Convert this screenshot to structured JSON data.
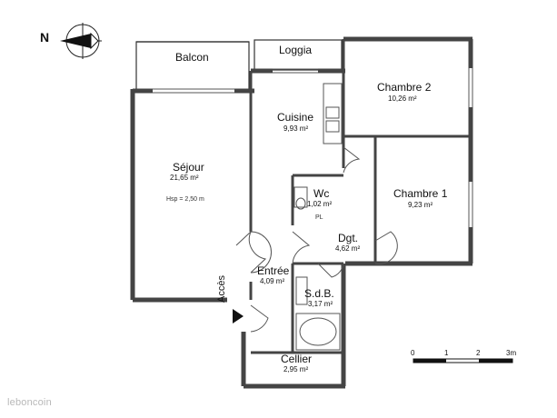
{
  "compass": {
    "label": "N"
  },
  "rooms": [
    {
      "name": "Balcon",
      "area": ""
    },
    {
      "name": "Loggia",
      "area": ""
    },
    {
      "name": "Chambre 2",
      "area": "10,26 m²"
    },
    {
      "name": "Cuisine",
      "area": "9,93 m²"
    },
    {
      "name": "Séjour",
      "area": "21,65 m²",
      "extra": "Hsp = 2,50 m"
    },
    {
      "name": "Wc",
      "area": "1,02 m²",
      "extra": "PL"
    },
    {
      "name": "Chambre 1",
      "area": "9,23 m²"
    },
    {
      "name": "Dgt.",
      "area": "4,62 m²"
    },
    {
      "name": "Entrée",
      "area": "4,09 m²"
    },
    {
      "name": "S.d.B.",
      "area": "3,17 m²"
    },
    {
      "name": "Cellier",
      "area": "2,95 m²"
    }
  ],
  "access_label": "Accès",
  "scale": {
    "ticks": [
      "0",
      "1",
      "2",
      "3m"
    ]
  },
  "watermark": "leboncoin"
}
